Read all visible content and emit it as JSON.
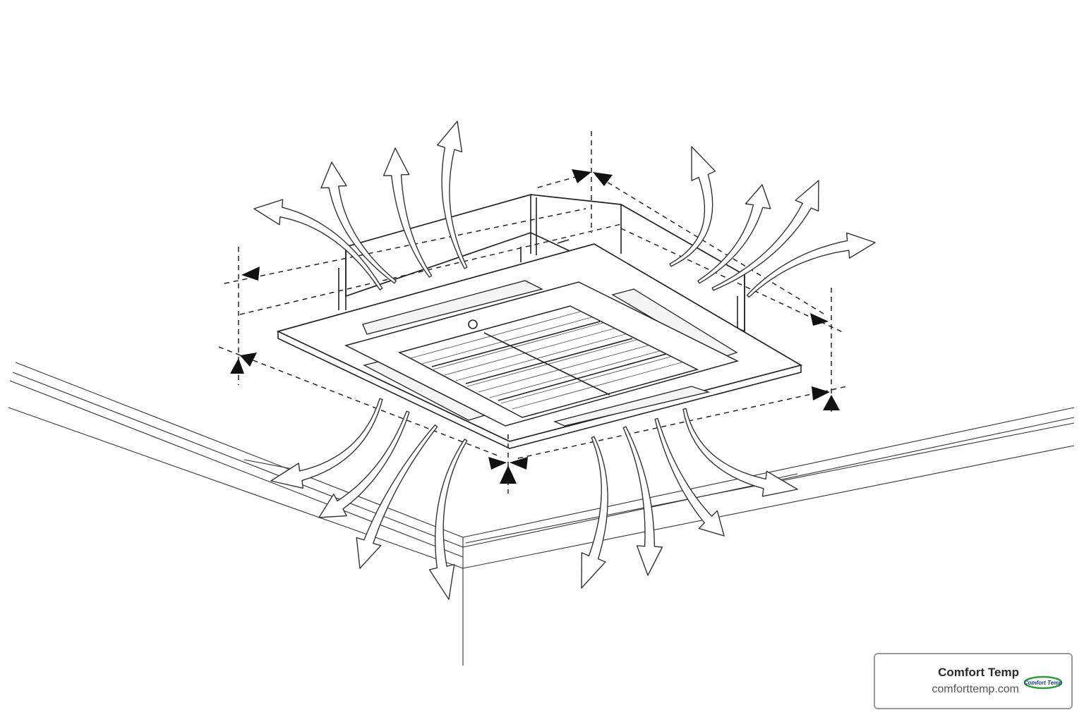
{
  "diagram": {
    "subject": "ceiling cassette air conditioner airflow",
    "colors": {
      "line": "#222222",
      "background": "#ffffff",
      "logo_green": "#2e9a3a",
      "logo_blue": "#1c3f8f"
    }
  },
  "brand": {
    "name": "Comfort Temp",
    "url": "comforttemp.com",
    "logo_text": "Comfort Temp"
  }
}
